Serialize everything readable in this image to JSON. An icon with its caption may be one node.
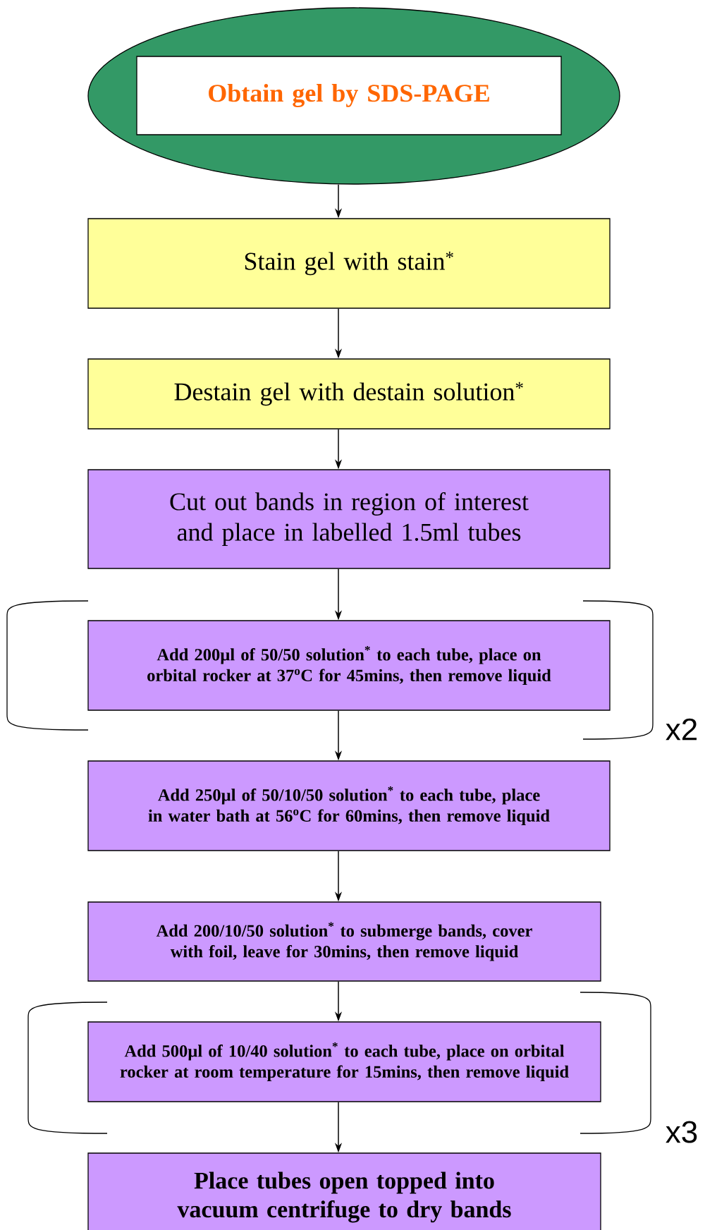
{
  "diagram": {
    "nodes": [
      {
        "text": [],
        "shape": "ellipse"
      },
      {
        "text": [
          "Obtain gel by SDS-PAGE"
        ],
        "in": 0
      },
      {
        "text": [
          "Stain gel with stain$^{*}$"
        ]
      },
      {
        "text": [
          "Destain gel with destain solution$^{*}$"
        ]
      },
      {
        "text": [
          "Cut out bands in region of interest and place in labelled 1.5ml tubes"
        ]
      },
      {
        "text": [
          "Add 200µl of 50/50 solution$^{*}$ to each tube, place on orbital rocker at 37$^{o}$C for 45mins, then remove liquid"
        ]
      },
      {
        "text": [
          "Add 250µl of 50/10/50 solution$^{*}$ to each tube, place in water bath at 56$^{o}$C for 60mins, then remove liquid"
        ]
      },
      {
        "text": [
          "Add 200/10/50 solution$^{*}$ to submerge bands, cover with foil, leave for 30mins, then remove liquid"
        ]
      },
      {
        "text": [
          "Add 500µl of 10/40 solution$^{*}$ to each tube, place on orbital rocker at room temperature for 15mins, then remove liquid"
        ]
      },
      {
        "text": [
          "Place tubes open topped into vacuum centrifuge to dry bands"
        ]
      }
    ],
    "edges": [
      {
        "from": 0,
        "to": 2,
        "arrow": "to"
      },
      {
        "from": 2,
        "to": 3,
        "arrow": "to"
      },
      {
        "from": 3,
        "to": 4,
        "arrow": "to"
      },
      {
        "from": 4,
        "to": 5,
        "arrow": "to"
      },
      {
        "from": 5,
        "to": 6,
        "arrow": "to"
      },
      {
        "from": 6,
        "to": 7,
        "arrow": "to"
      },
      {
        "from": 7,
        "to": 8,
        "arrow": "to"
      },
      {
        "from": 8,
        "to": 9,
        "arrow": "to"
      }
    ],
    "labels": [
      "x2",
      "x3"
    ]
  }
}
